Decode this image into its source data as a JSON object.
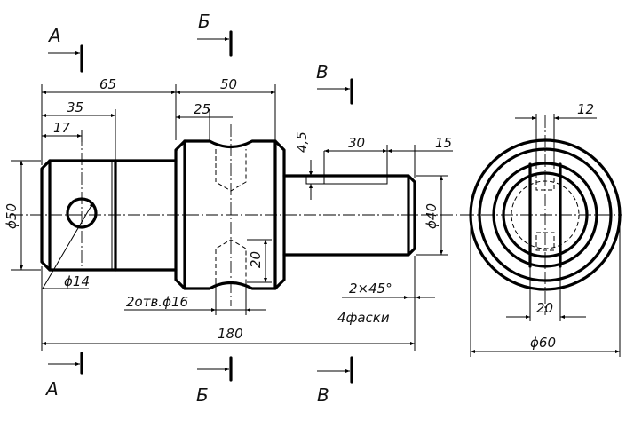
{
  "sections": {
    "a": "А",
    "b": "Б",
    "v": "В"
  },
  "dimensions": {
    "d65": "65",
    "d50": "50",
    "d35": "35",
    "d25": "25",
    "d17": "17",
    "d30": "30",
    "d15": "15",
    "d4_5": "4,5",
    "phi50": "ϕ50",
    "phi40": "ϕ40",
    "phi14": "ϕ14",
    "d20_side": "20",
    "d180": "180",
    "d12": "12",
    "d20_end": "20",
    "phi60": "ϕ60"
  },
  "notes": {
    "holes": "2отв.ϕ16",
    "chamfer": "2×45°",
    "chamfer_count": "4фаски"
  }
}
